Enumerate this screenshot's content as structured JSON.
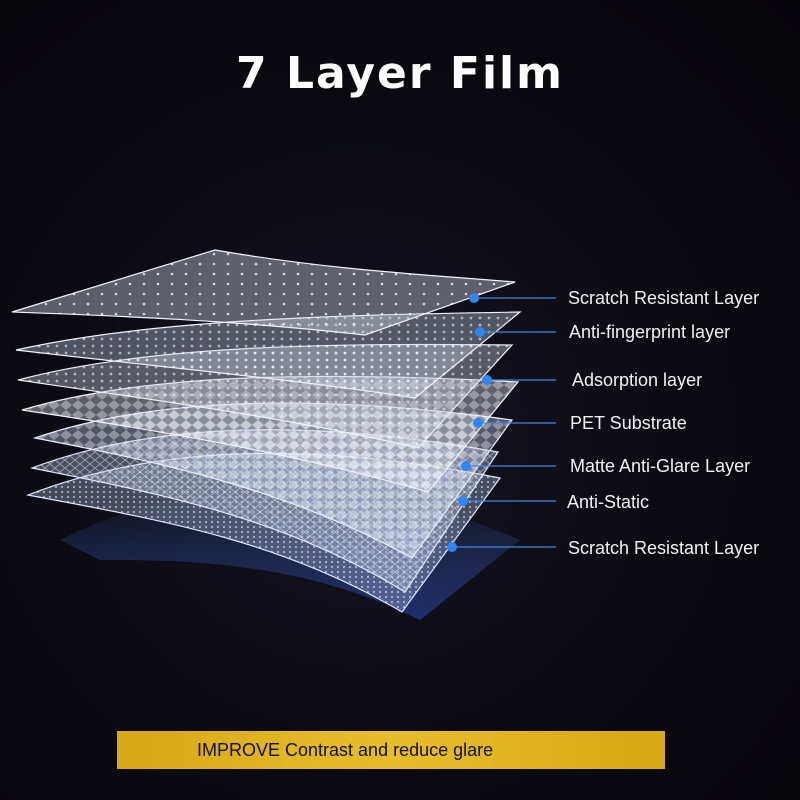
{
  "title": "7 Layer Film",
  "layers": [
    {
      "label": "Scratch Resistant Layer"
    },
    {
      "label": "Anti-fingerprint layer"
    },
    {
      "label": "Adsorption layer"
    },
    {
      "label": "PET Substrate"
    },
    {
      "label": "Matte Anti-Glare Layer"
    },
    {
      "label": "Anti-Static"
    },
    {
      "label": "Scratch Resistant Layer"
    }
  ],
  "banner": {
    "text": "IMPROVE Contrast and reduce glare"
  },
  "colors": {
    "background": "#08070d",
    "title": "#ffffff",
    "label": "#f2f2f2",
    "marker": "#2f86f0",
    "leader_line": "#3d86e6",
    "banner": "#e0b221",
    "banner_text": "#111111"
  }
}
